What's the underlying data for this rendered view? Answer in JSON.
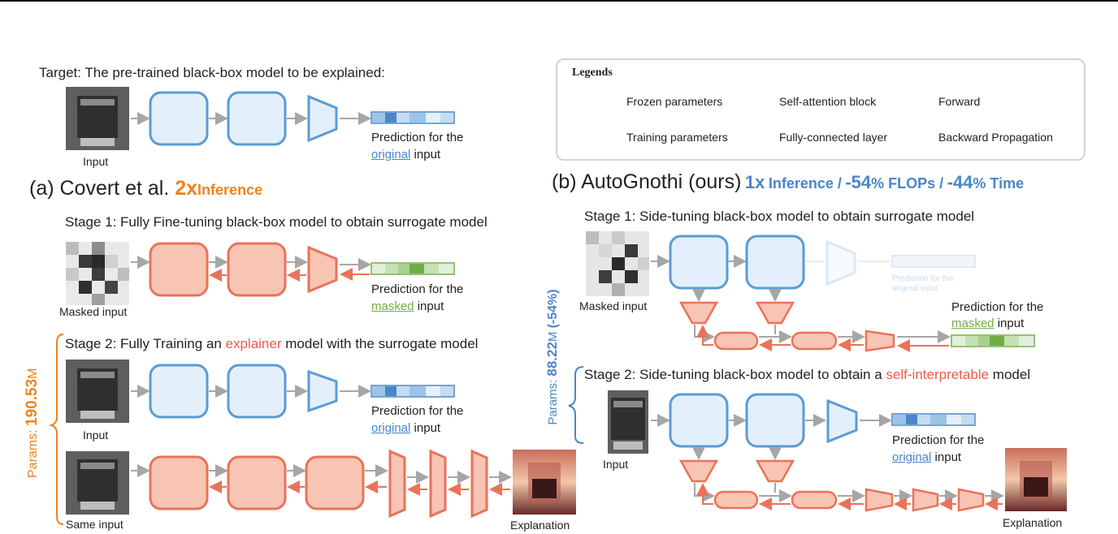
{
  "target": {
    "title": "Target: The pre-trained black-box model to be explained:",
    "input_label": "Input",
    "pred_line1": "Prediction for the",
    "pred_word": "original",
    "pred_rest": "input"
  },
  "legend": {
    "title": "Legends",
    "frozen": "Frozen parameters",
    "training": "Training parameters",
    "self_attention": "Self-attention block",
    "fully_connected": "Fully-connected layer",
    "forward": "Forward",
    "backward": "Backward Propagation"
  },
  "section_a": {
    "title": "(a) Covert et al.",
    "inference_num": "2x",
    "inference_word": "Inference",
    "stage1": "Stage 1: Fully Fine-tuning black-box model to obtain surrogate model",
    "masked_input": "Masked input",
    "pred_line1": "Prediction for the",
    "masked_word": "masked",
    "pred_rest": "input",
    "stage2_pre": "Stage 2: Fully Training an",
    "stage2_highlight": "explainer",
    "stage2_post": "model with the surrogate model",
    "input_label": "Input",
    "pred2_line1": "Prediction for the",
    "original_word": "original",
    "pred2_rest": "input",
    "same_input": "Same input",
    "explanation": "Explanation",
    "params_label": "Params:",
    "params_value": "190.53",
    "params_unit": "M"
  },
  "section_b": {
    "title": "(b) AutoGnothi (ours)",
    "inference_num": "1x",
    "inference_word": "Inference /",
    "flops_num": "-54",
    "flops_word": "% FLOPs /",
    "time_num": "-44",
    "time_word": "% Time",
    "stage1": "Stage 1: Side-tuning black-box model to obtain surrogate model",
    "masked_input": "Masked input",
    "faded_pred_line1": "Prediction for the",
    "faded_pred_line2": "original input",
    "pred_line1": "Prediction for the",
    "masked_word": "masked",
    "pred_rest": "input",
    "stage2_pre": "Stage 2: Side-tuning black-box model to obtain a",
    "stage2_highlight": "self-interpretable",
    "stage2_post": "model",
    "input_label": "Input",
    "pred2_line1": "Prediction for the",
    "original_word": "original",
    "pred2_rest": "input",
    "explanation": "Explanation",
    "params_label": "Params:",
    "params_value": "88.22",
    "params_unit": "M",
    "params_delta": "(-54%)"
  },
  "colors": {
    "frozen_fill": "#e3f0fb",
    "frozen_stroke": "#5b9bd5",
    "train_fill": "#f8c4b4",
    "train_stroke": "#e8735a",
    "orange": "#f0821e",
    "blue_text": "#4a86c8",
    "green": "#70ad47",
    "red_text": "#ef5a4a",
    "gray_arrow": "#a6a6a6"
  }
}
